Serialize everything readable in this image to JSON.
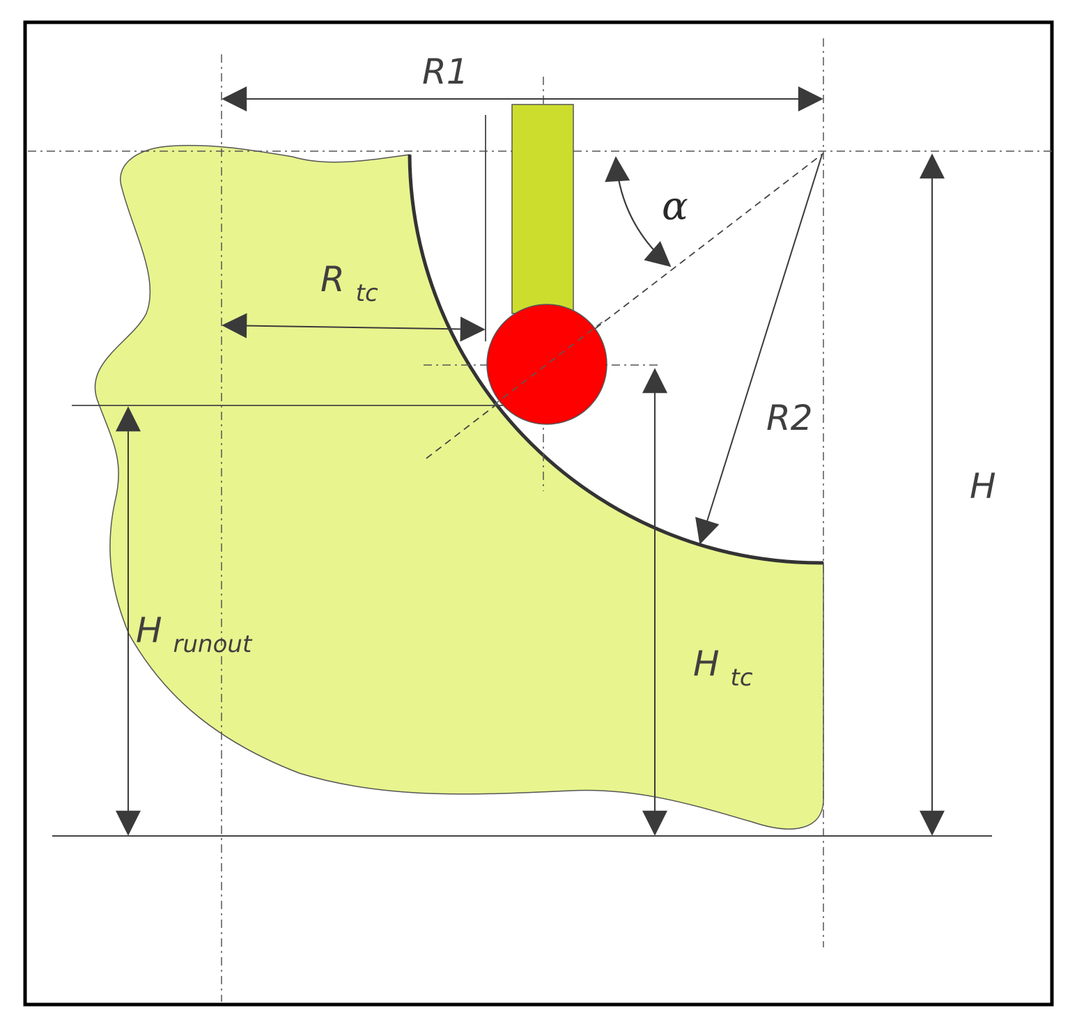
{
  "labels": {
    "r1": "R1",
    "r2": "R2",
    "r_tc_main": "R",
    "r_tc_sub": "tc",
    "h": "H",
    "h_tc_main": "H",
    "h_tc_sub": "tc",
    "h_runout_main": "H",
    "h_runout_sub": "runout",
    "alpha": "α"
  },
  "colors": {
    "part_fill": "#e8f48e",
    "rod_fill": "#cddd2e",
    "ball_fill": "#ff0000",
    "line": "#333333",
    "frame": "#000000"
  }
}
